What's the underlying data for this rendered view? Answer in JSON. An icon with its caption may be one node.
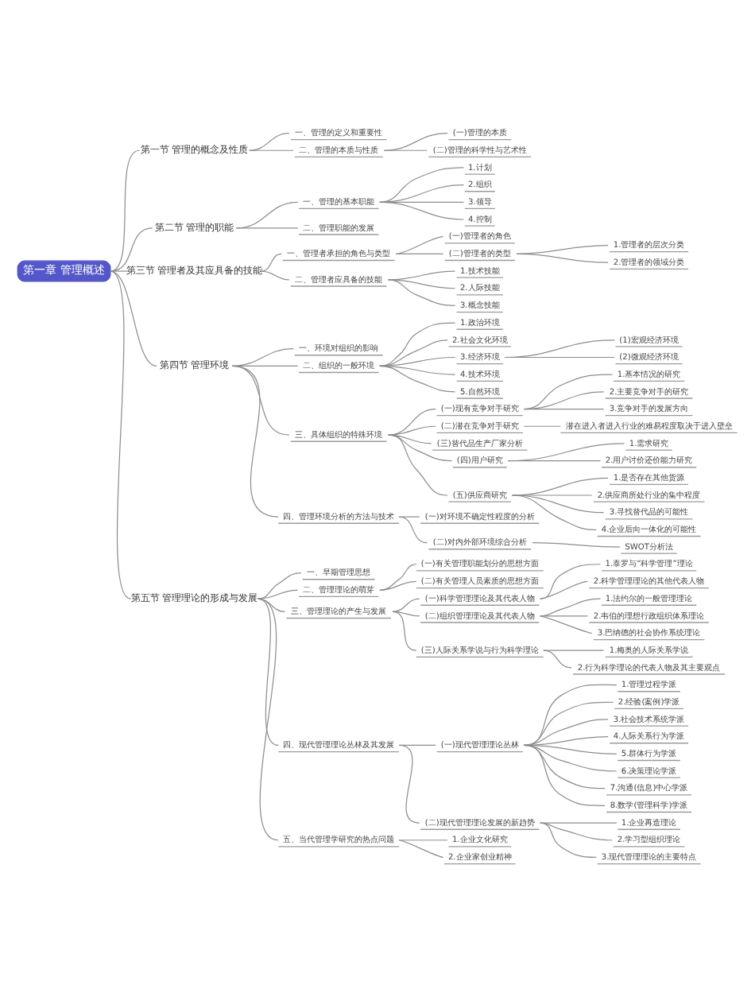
{
  "diagram": {
    "nodes": [
      {
        "text": [
          "第一章 管理概述"
        ]
      },
      {
        "text": [
          "第一节 管理的概念及性质"
        ]
      },
      {
        "text": [
          "一、管理的定义和重要性"
        ]
      },
      {
        "text": [
          "二、管理的本质与性质"
        ]
      },
      {
        "text": [
          "(一)管理的本质"
        ]
      },
      {
        "text": [
          "(二)管理的科学性与艺术性"
        ]
      },
      {
        "text": [
          "第二节 管理的职能"
        ]
      },
      {
        "text": [
          "一、管理的基本职能"
        ]
      },
      {
        "text": [
          "二、管理职能的发展"
        ]
      },
      {
        "text": [
          "1.计划"
        ]
      },
      {
        "text": [
          "2.组织"
        ]
      },
      {
        "text": [
          "3.领导"
        ]
      },
      {
        "text": [
          "4.控制"
        ]
      },
      {
        "text": [
          "第三节 管理者及其应具备的技能"
        ]
      },
      {
        "text": [
          "一、管理者承担的角色与类型"
        ]
      },
      {
        "text": [
          "(一)管理者的角色"
        ]
      },
      {
        "text": [
          "(二)管理者的类型"
        ]
      },
      {
        "text": [
          "1.管理者的层次分类"
        ]
      },
      {
        "text": [
          "2.管理者的领域分类"
        ]
      },
      {
        "text": [
          "二、管理者应具备的技能"
        ]
      },
      {
        "text": [
          "1.技术技能"
        ]
      },
      {
        "text": [
          "2.人际技能"
        ]
      },
      {
        "text": [
          "3.概念技能"
        ]
      },
      {
        "text": [
          "第四节 管理环境"
        ]
      },
      {
        "text": [
          "一、环境对组织的影响"
        ]
      },
      {
        "text": [
          "二、组织的一般环境"
        ]
      },
      {
        "text": [
          "1.政治环境"
        ]
      },
      {
        "text": [
          "2.社会文化环境"
        ]
      },
      {
        "text": [
          "3.经济环境"
        ]
      },
      {
        "text": [
          "(1)宏观经济环境"
        ]
      },
      {
        "text": [
          "(2)微观经济环境"
        ]
      },
      {
        "text": [
          "4.技术环境"
        ]
      },
      {
        "text": [
          "5.自然环境"
        ]
      },
      {
        "text": [
          "三、具体组织的特殊环境"
        ]
      },
      {
        "text": [
          "(一)现有竞争对手研究"
        ]
      },
      {
        "text": [
          "1.基本情况的研究"
        ]
      },
      {
        "text": [
          "2.主要竞争对手的研究"
        ]
      },
      {
        "text": [
          "3.竞争对手的发展方向"
        ]
      },
      {
        "text": [
          "(二)潜在竞争对手研究"
        ]
      },
      {
        "text": [
          "潜在进入者进入行业的难易程度取决于进入壁垒"
        ]
      },
      {
        "text": [
          "(三)替代品生产厂家分析"
        ]
      },
      {
        "text": [
          "(四)用户研究"
        ]
      },
      {
        "text": [
          "1.需求研究"
        ]
      },
      {
        "text": [
          "2.用户讨价还价能力研究"
        ]
      },
      {
        "text": [
          "(五)供应商研究"
        ]
      },
      {
        "text": [
          "1.是否存在其他货源"
        ]
      },
      {
        "text": [
          "2.供应商所处行业的集中程度"
        ]
      },
      {
        "text": [
          "3.寻找替代品的可能性"
        ]
      },
      {
        "text": [
          "4.企业后向一体化的可能性"
        ]
      },
      {
        "text": [
          "四、管理环境分析的方法与技术"
        ]
      },
      {
        "text": [
          "(一)对环境不确定性程度的分析"
        ]
      },
      {
        "text": [
          "(二)对内外部环境综合分析"
        ]
      },
      {
        "text": [
          "SWOT分析法"
        ]
      },
      {
        "text": [
          "第五节 管理理论的形成与发展"
        ]
      },
      {
        "text": [
          "一、早期管理思想"
        ]
      },
      {
        "text": [
          "二、管理理论的萌芽"
        ]
      },
      {
        "text": [
          "(一)有关管理职能划分的思想方面"
        ]
      },
      {
        "text": [
          "(二)有关管理人员素质的思想方面"
        ]
      },
      {
        "text": [
          "三、管理理论的产生与发展"
        ]
      },
      {
        "text": [
          "(一)科学管理理论及其代表人物"
        ]
      },
      {
        "text": [
          "1.泰罗与“科学管理”理论"
        ]
      },
      {
        "text": [
          "2.科学管理理论的其他代表人物"
        ]
      },
      {
        "text": [
          "(二)组织管理理论及其代表人物"
        ]
      },
      {
        "text": [
          "1.法约尔的一般管理理论"
        ]
      },
      {
        "text": [
          "2.韦伯的理想行政组织体系理论"
        ]
      },
      {
        "text": [
          "3.巴纳德的社会协作系统理论"
        ]
      },
      {
        "text": [
          "(三)人际关系学说与行为科学理论"
        ]
      },
      {
        "text": [
          "1.梅奥的人际关系学说"
        ]
      },
      {
        "text": [
          "2.行为科学理论的代表人物及其主要观点"
        ]
      },
      {
        "text": [
          "四、现代管理理论丛林及其发展"
        ]
      },
      {
        "text": [
          "(一)现代管理理论丛林"
        ]
      },
      {
        "text": [
          "1.管理过程学派"
        ]
      },
      {
        "text": [
          "2.经验(案例)学派"
        ]
      },
      {
        "text": [
          "3.社会技术系统学派"
        ]
      },
      {
        "text": [
          "4.人际关系行为学派"
        ]
      },
      {
        "text": [
          "5.群体行为学派"
        ]
      },
      {
        "text": [
          "6.决策理论学派"
        ]
      },
      {
        "text": [
          "7.沟通(信息)中心学派"
        ]
      },
      {
        "text": [
          "8.数学(管理科学)学派"
        ]
      },
      {
        "text": [
          "(二)现代管理理论发展的新趋势"
        ]
      },
      {
        "text": [
          "1.企业再造理论"
        ]
      },
      {
        "text": [
          "2.学习型组织理论"
        ]
      },
      {
        "text": [
          "3.现代管理理论的主要特点"
        ]
      },
      {
        "text": [
          "五、当代管理学研究的热点问题"
        ]
      },
      {
        "text": [
          "1.企业文化研究"
        ]
      },
      {
        "text": [
          "2.企业家创业精神"
        ]
      }
    ],
    "edges": [
      {
        "from": 0,
        "to": 1,
        "arrow": "none"
      },
      {
        "from": 1,
        "to": 2,
        "arrow": "none"
      },
      {
        "from": 1,
        "to": 3,
        "arrow": "none"
      },
      {
        "from": 3,
        "to": 4,
        "arrow": "none"
      },
      {
        "from": 3,
        "to": 5,
        "arrow": "none"
      },
      {
        "from": 0,
        "to": 6,
        "arrow": "none"
      },
      {
        "from": 6,
        "to": 7,
        "arrow": "none"
      },
      {
        "from": 6,
        "to": 8,
        "arrow": "none"
      },
      {
        "from": 7,
        "to": 9,
        "arrow": "none"
      },
      {
        "from": 7,
        "to": 10,
        "arrow": "none"
      },
      {
        "from": 7,
        "to": 11,
        "arrow": "none"
      },
      {
        "from": 7,
        "to": 12,
        "arrow": "none"
      },
      {
        "from": 0,
        "to": 13,
        "arrow": "none"
      },
      {
        "from": 13,
        "to": 14,
        "arrow": "none"
      },
      {
        "from": 14,
        "to": 15,
        "arrow": "none"
      },
      {
        "from": 14,
        "to": 16,
        "arrow": "none"
      },
      {
        "from": 16,
        "to": 17,
        "arrow": "none"
      },
      {
        "from": 16,
        "to": 18,
        "arrow": "none"
      },
      {
        "from": 13,
        "to": 19,
        "arrow": "none"
      },
      {
        "from": 19,
        "to": 20,
        "arrow": "none"
      },
      {
        "from": 19,
        "to": 21,
        "arrow": "none"
      },
      {
        "from": 19,
        "to": 22,
        "arrow": "none"
      },
      {
        "from": 0,
        "to": 23,
        "arrow": "none"
      },
      {
        "from": 23,
        "to": 24,
        "arrow": "none"
      },
      {
        "from": 23,
        "to": 25,
        "arrow": "none"
      },
      {
        "from": 25,
        "to": 26,
        "arrow": "none"
      },
      {
        "from": 25,
        "to": 27,
        "arrow": "none"
      },
      {
        "from": 25,
        "to": 28,
        "arrow": "none"
      },
      {
        "from": 28,
        "to": 29,
        "arrow": "none"
      },
      {
        "from": 28,
        "to": 30,
        "arrow": "none"
      },
      {
        "from": 25,
        "to": 31,
        "arrow": "none"
      },
      {
        "from": 25,
        "to": 32,
        "arrow": "none"
      },
      {
        "from": 23,
        "to": 33,
        "arrow": "none"
      },
      {
        "from": 33,
        "to": 34,
        "arrow": "none"
      },
      {
        "from": 34,
        "to": 35,
        "arrow": "none"
      },
      {
        "from": 34,
        "to": 36,
        "arrow": "none"
      },
      {
        "from": 34,
        "to": 37,
        "arrow": "none"
      },
      {
        "from": 33,
        "to": 38,
        "arrow": "none"
      },
      {
        "from": 38,
        "to": 39,
        "arrow": "none"
      },
      {
        "from": 33,
        "to": 40,
        "arrow": "none"
      },
      {
        "from": 33,
        "to": 41,
        "arrow": "none"
      },
      {
        "from": 41,
        "to": 42,
        "arrow": "none"
      },
      {
        "from": 41,
        "to": 43,
        "arrow": "none"
      },
      {
        "from": 33,
        "to": 44,
        "arrow": "none"
      },
      {
        "from": 44,
        "to": 45,
        "arrow": "none"
      },
      {
        "from": 44,
        "to": 46,
        "arrow": "none"
      },
      {
        "from": 44,
        "to": 47,
        "arrow": "none"
      },
      {
        "from": 44,
        "to": 48,
        "arrow": "none"
      },
      {
        "from": 23,
        "to": 49,
        "arrow": "none"
      },
      {
        "from": 49,
        "to": 50,
        "arrow": "none"
      },
      {
        "from": 49,
        "to": 51,
        "arrow": "none"
      },
      {
        "from": 51,
        "to": 52,
        "arrow": "none"
      },
      {
        "from": 0,
        "to": 53,
        "arrow": "none"
      },
      {
        "from": 53,
        "to": 54,
        "arrow": "none"
      },
      {
        "from": 53,
        "to": 55,
        "arrow": "none"
      },
      {
        "from": 55,
        "to": 56,
        "arrow": "none"
      },
      {
        "from": 55,
        "to": 57,
        "arrow": "none"
      },
      {
        "from": 53,
        "to": 58,
        "arrow": "none"
      },
      {
        "from": 58,
        "to": 59,
        "arrow": "none"
      },
      {
        "from": 59,
        "to": 60,
        "arrow": "none"
      },
      {
        "from": 59,
        "to": 61,
        "arrow": "none"
      },
      {
        "from": 58,
        "to": 62,
        "arrow": "none"
      },
      {
        "from": 62,
        "to": 63,
        "arrow": "none"
      },
      {
        "from": 62,
        "to": 64,
        "arrow": "none"
      },
      {
        "from": 62,
        "to": 65,
        "arrow": "none"
      },
      {
        "from": 58,
        "to": 66,
        "arrow": "none"
      },
      {
        "from": 66,
        "to": 67,
        "arrow": "none"
      },
      {
        "from": 66,
        "to": 68,
        "arrow": "none"
      },
      {
        "from": 53,
        "to": 69,
        "arrow": "none"
      },
      {
        "from": 69,
        "to": 70,
        "arrow": "none"
      },
      {
        "from": 70,
        "to": 71,
        "arrow": "none"
      },
      {
        "from": 70,
        "to": 72,
        "arrow": "none"
      },
      {
        "from": 70,
        "to": 73,
        "arrow": "none"
      },
      {
        "from": 70,
        "to": 74,
        "arrow": "none"
      },
      {
        "from": 70,
        "to": 75,
        "arrow": "none"
      },
      {
        "from": 70,
        "to": 76,
        "arrow": "none"
      },
      {
        "from": 70,
        "to": 77,
        "arrow": "none"
      },
      {
        "from": 70,
        "to": 78,
        "arrow": "none"
      },
      {
        "from": 69,
        "to": 79,
        "arrow": "none"
      },
      {
        "from": 79,
        "to": 80,
        "arrow": "none"
      },
      {
        "from": 79,
        "to": 81,
        "arrow": "none"
      },
      {
        "from": 79,
        "to": 82,
        "arrow": "none"
      },
      {
        "from": 53,
        "to": 83,
        "arrow": "none"
      },
      {
        "from": 83,
        "to": 84,
        "arrow": "none"
      },
      {
        "from": 83,
        "to": 85,
        "arrow": "none"
      }
    ]
  }
}
